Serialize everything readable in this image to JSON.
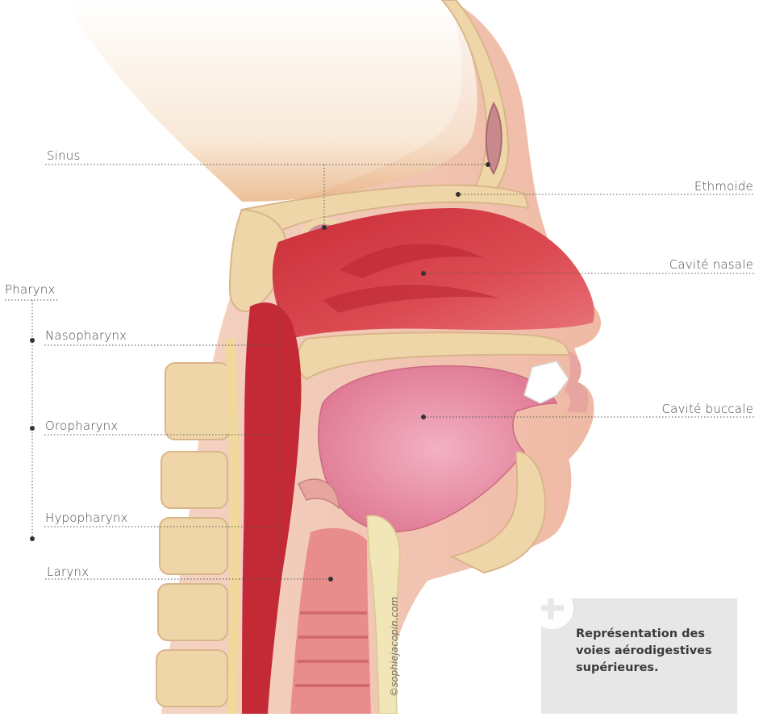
{
  "labels": {
    "sinus": "Sinus",
    "ethmoide": "Ethmoïde",
    "cavite_nasale": "Cavité nasale",
    "pharynx": "Pharynx",
    "nasopharynx": "Nasopharynx",
    "oropharynx": "Oropharynx",
    "hypopharynx": "Hypopharynx",
    "cavite_buccale": "Cavité buccale",
    "larynx": "Larynx"
  },
  "credit": "©sophiejacopin.com",
  "caption": "Représentation des voies aérodigestives supérieures.",
  "colors": {
    "skin": "#f2c4b0",
    "bone": "#efd6a8",
    "mucosa": "#d9414a",
    "mucosa_light": "#e9767a",
    "tongue": "#e98fa4",
    "leader_line": "#555555",
    "caption_bg": "#e7e7e7"
  }
}
